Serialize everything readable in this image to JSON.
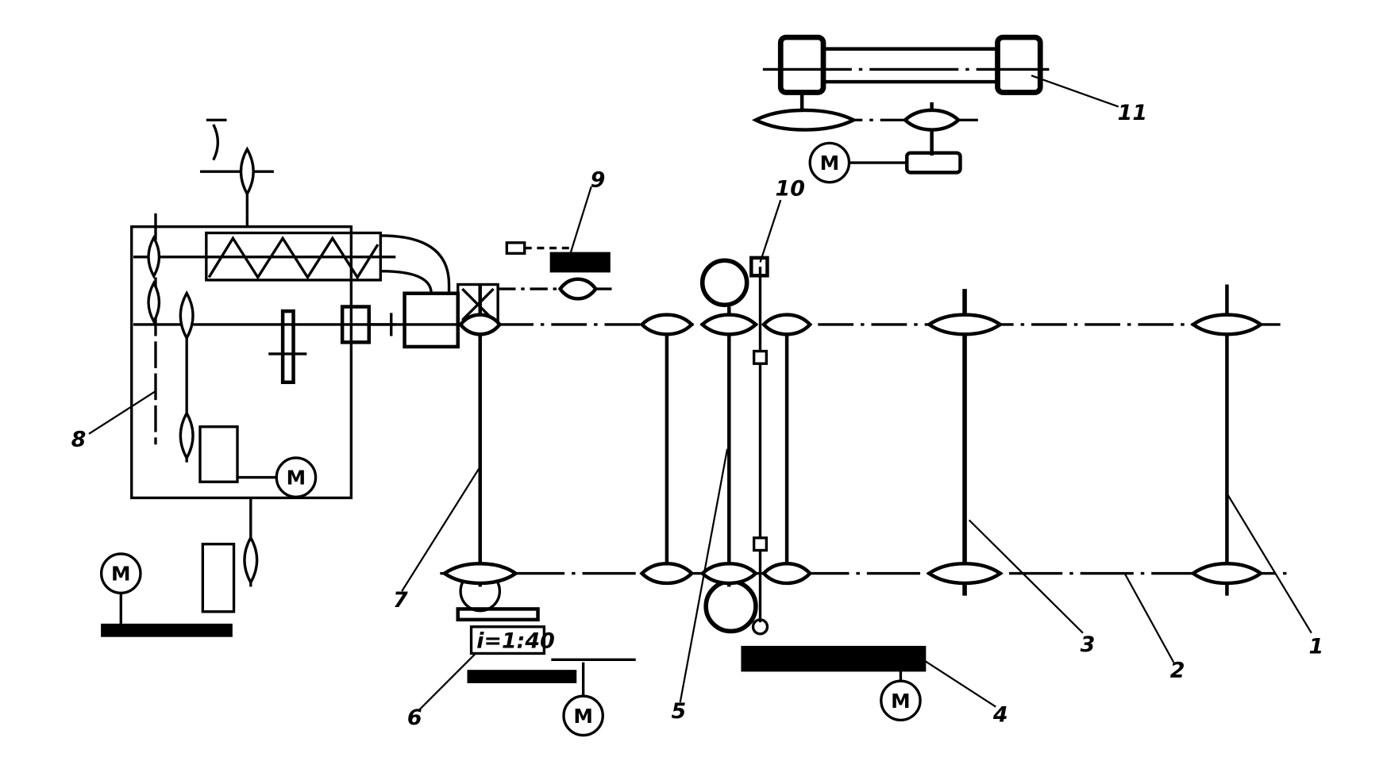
{
  "diagram": {
    "labels": {
      "l1": "1",
      "l2": "2",
      "l3": "3",
      "l4": "4",
      "l5": "5",
      "l6": "6",
      "l7": "7",
      "l8": "8",
      "l9": "9",
      "l10": "10",
      "l11": "11"
    },
    "ratio": "i=1:40",
    "motor_symbol": "M",
    "ink_color": "#000000",
    "background": "#ffffff"
  }
}
